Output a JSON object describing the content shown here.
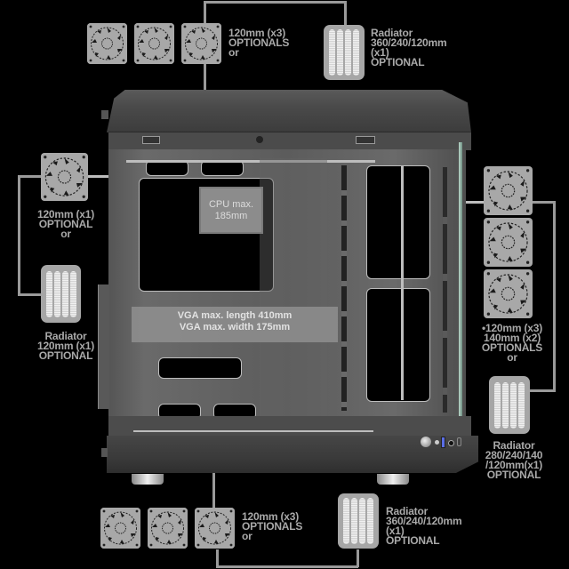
{
  "diagram": {
    "subject": "PC case cooling and clearance layout",
    "colors": {
      "background": "#000000",
      "label_text": "#a9a9a9",
      "icon_fill": "#a8a8a8",
      "connector_line": "#9a9a9a",
      "case_metal": "#5c5c5c",
      "glass_tint": "#8fb8a6"
    }
  },
  "top": {
    "fans": {
      "count": 3,
      "icon": "fan-icon",
      "lines": [
        "120mm (x3)",
        "OPTIONALS",
        "or"
      ]
    },
    "radiator": {
      "icon": "radiator-icon",
      "lines": [
        "Radiator",
        "360/240/120mm",
        "(x1)",
        "OPTIONAL"
      ]
    }
  },
  "left": {
    "fan": {
      "count": 1,
      "icon": "fan-icon",
      "lines": [
        "120mm (x1)",
        "OPTIONAL",
        "or"
      ]
    },
    "radiator": {
      "icon": "radiator-icon",
      "lines": [
        "Radiator",
        "120mm (x1)",
        "OPTIONAL"
      ]
    }
  },
  "right": {
    "fans": {
      "count": 3,
      "icon": "fan-icon",
      "lines": [
        "•120mm (x3)",
        "140mm (x2)",
        "OPTIONALS",
        "or"
      ]
    },
    "radiator": {
      "icon": "radiator-icon",
      "lines": [
        "Radiator",
        "280/240/140",
        "/120mm(x1)",
        "OPTIONAL"
      ]
    }
  },
  "bottom": {
    "fans": {
      "count": 3,
      "icon": "fan-icon",
      "lines": [
        "120mm (x3)",
        "OPTIONALS",
        "or"
      ]
    },
    "radiator": {
      "icon": "radiator-icon",
      "lines": [
        "Radiator",
        "360/240/120mm",
        "(x1)",
        "OPTIONAL"
      ]
    }
  },
  "clearances": {
    "cpu": {
      "lines": [
        "CPU max.",
        "185mm"
      ]
    },
    "vga": {
      "lines": [
        "VGA max. length 410mm",
        "VGA max. width 175mm"
      ]
    }
  },
  "front_io": {
    "icons": [
      "power-button-icon",
      "reset-button-icon",
      "usb-a-port-icon",
      "audio-jack-icon",
      "usb-c-port-icon"
    ]
  }
}
